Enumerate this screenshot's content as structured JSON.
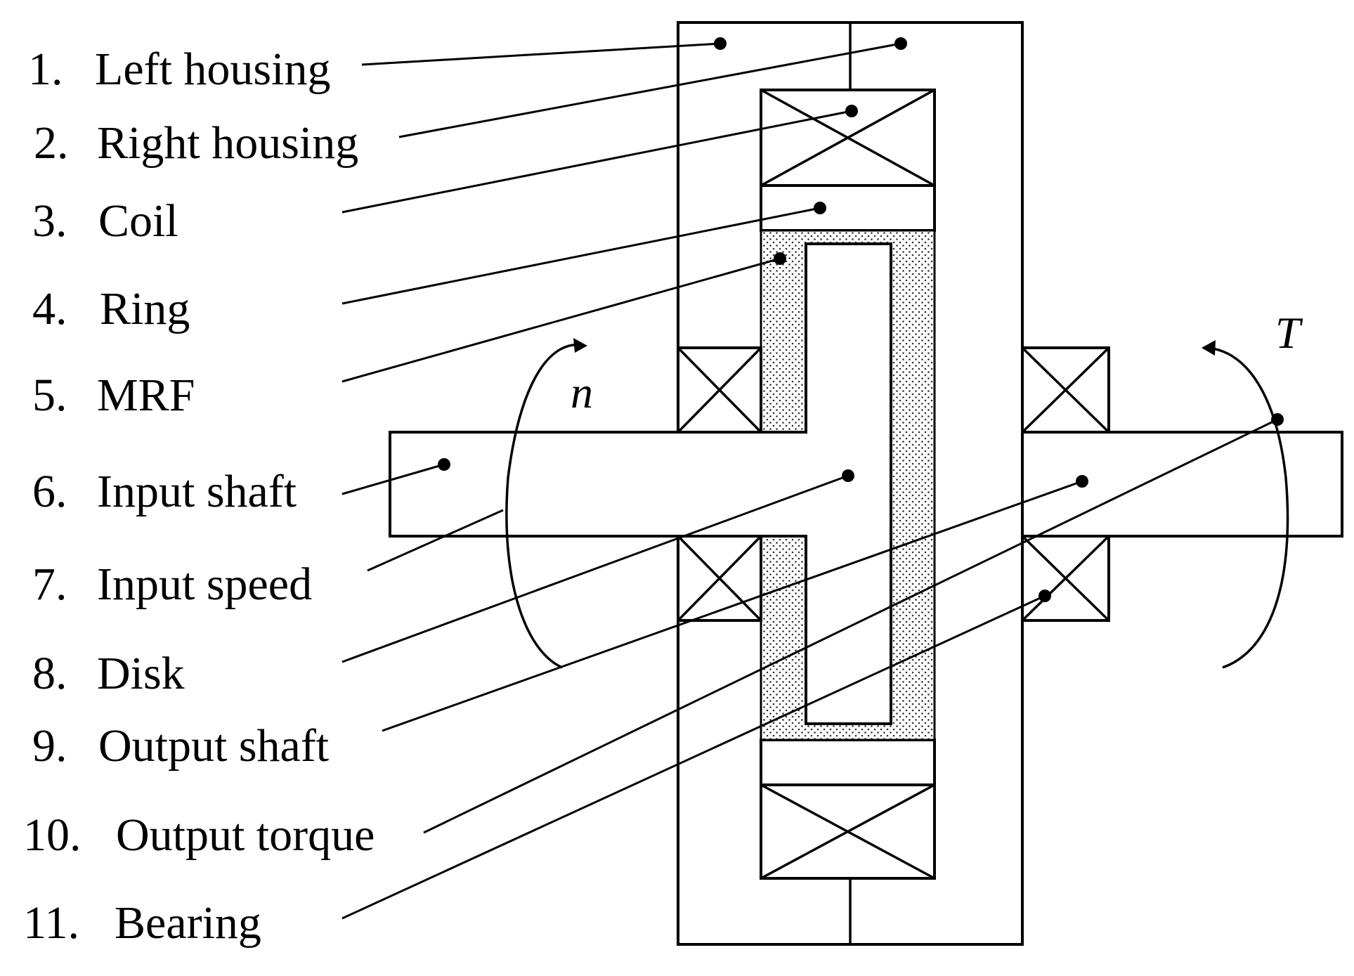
{
  "labels": [
    {
      "num": "1.",
      "text": "Left housing"
    },
    {
      "num": "2.",
      "text": "Right housing"
    },
    {
      "num": "3.",
      "text": "Coil"
    },
    {
      "num": "4.",
      "text": "Ring"
    },
    {
      "num": "5.",
      "text": "MRF"
    },
    {
      "num": "6.",
      "text": "Input shaft"
    },
    {
      "num": "7.",
      "text": "Input speed"
    },
    {
      "num": "8.",
      "text": "Disk"
    },
    {
      "num": "9.",
      "text": "Output shaft"
    },
    {
      "num": "10.",
      "text": "Output torque"
    },
    {
      "num": "11.",
      "text": "Bearing"
    }
  ],
  "symbols": {
    "speed": "n",
    "torque": "T"
  }
}
